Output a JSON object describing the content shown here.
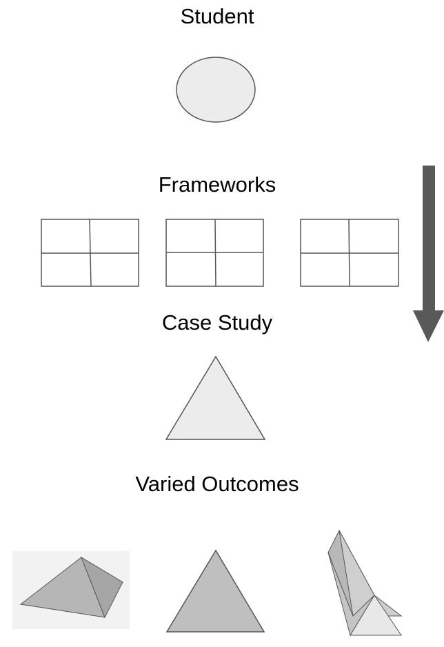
{
  "stages": {
    "student": "Student",
    "frameworks": "Frameworks",
    "case_study": "Case Study",
    "outcomes": "Varied Outcomes"
  },
  "colors": {
    "shape_fill": "#ececec",
    "stroke": "#555555",
    "arrow": "#595959",
    "solid_face_dark": "#b3b3b3",
    "solid_face_mid": "#c4c4c4",
    "solid_face_light": "#e8e8e8",
    "panel_bg": "#f2f2f2"
  },
  "icons": {
    "student": "circle-icon",
    "framework": "grid-2x2-icon",
    "case_study": "triangle-icon",
    "outcome_1": "pyramid-icon",
    "outcome_2": "triangle-icon",
    "outcome_3": "prism-icon",
    "flow": "down-arrow-icon"
  }
}
